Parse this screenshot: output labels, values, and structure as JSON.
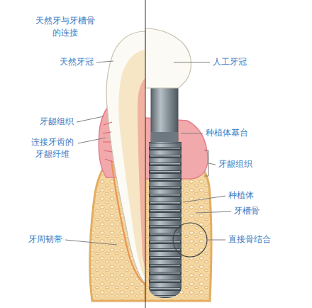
{
  "diagram": {
    "labels": [
      "天然牙与牙槽骨 的连接",
      "天然牙冠",
      "牙龈组织",
      "连接牙齿的 牙龈纤维",
      "牙周韧带",
      "人工牙冠",
      "种植体基台",
      "牙龈组织",
      "种植体",
      "牙槽骨",
      "直接骨结合"
    ]
  }
}
